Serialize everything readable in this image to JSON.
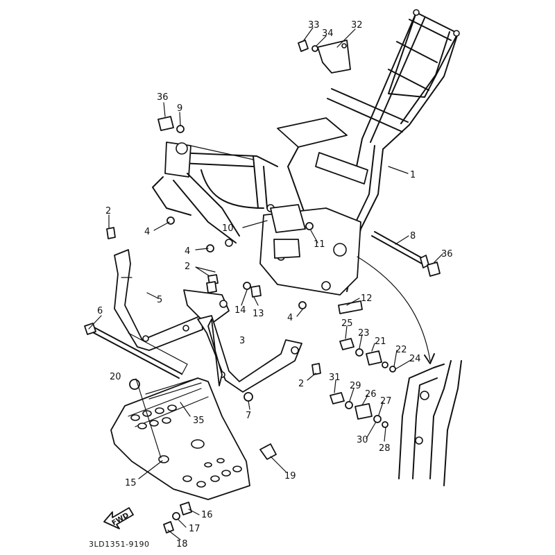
{
  "diagram": {
    "drawing_code": "3LD1351-9190",
    "fwd_label": "FWD",
    "callouts": [
      "1",
      "2",
      "3",
      "4",
      "5",
      "6",
      "7",
      "8",
      "9",
      "10",
      "11",
      "12",
      "13",
      "14",
      "15",
      "16",
      "17",
      "18",
      "19",
      "20",
      "21",
      "22",
      "23",
      "24",
      "25",
      "26",
      "27",
      "28",
      "29",
      "30",
      "31",
      "32",
      "33",
      "34",
      "35",
      "36"
    ]
  }
}
